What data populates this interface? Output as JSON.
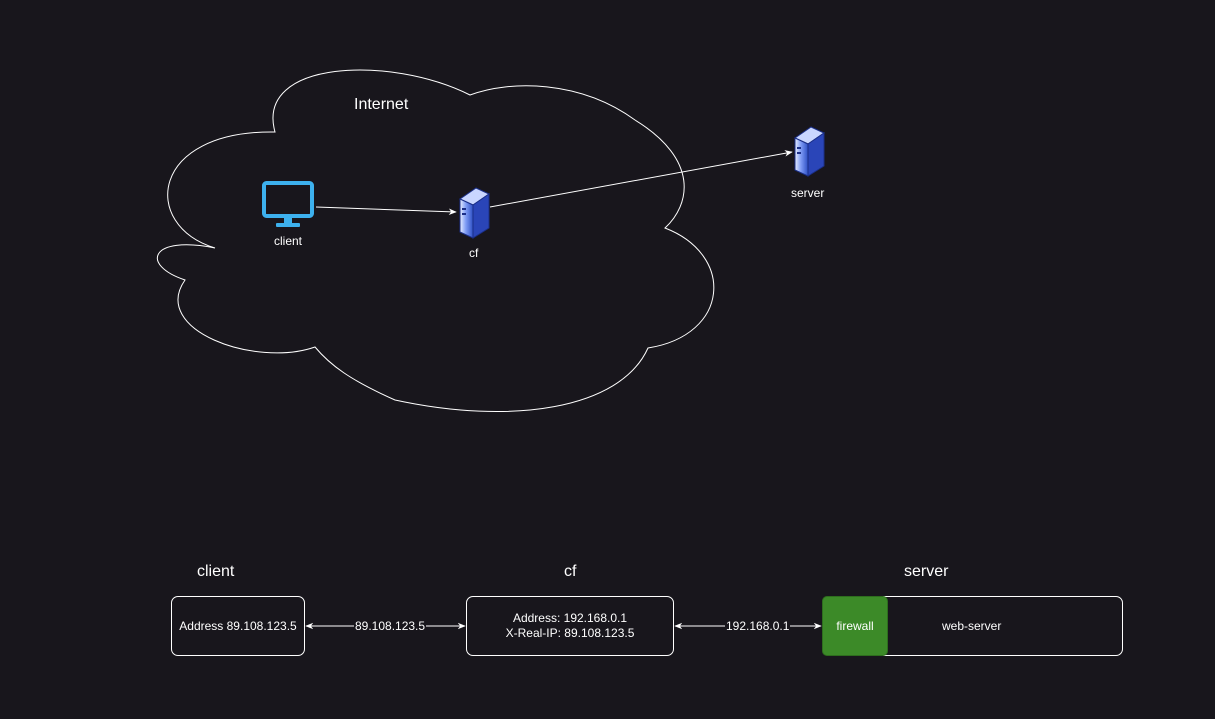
{
  "colors": {
    "background": "#18161c",
    "stroke": "#ffffff",
    "monitor": "#3db1ee",
    "server_icon": "#3d63d9",
    "firewall": "#3c8a28"
  },
  "top": {
    "cloud_label": "Internet",
    "client_label": "client",
    "cf_label": "cf",
    "server_label": "server"
  },
  "bottom": {
    "client_title": "client",
    "cf_title": "cf",
    "server_title": "server",
    "client_box_text": "Address 89.108.123.5",
    "cf_box_line1": "Address: 192.168.0.1",
    "cf_box_line2": "X-Real-IP: 89.108.123.5",
    "edge1_label": "89.108.123.5",
    "edge2_label": "192.168.0.1",
    "firewall_label": "firewall",
    "webserver_label": "web-server"
  }
}
